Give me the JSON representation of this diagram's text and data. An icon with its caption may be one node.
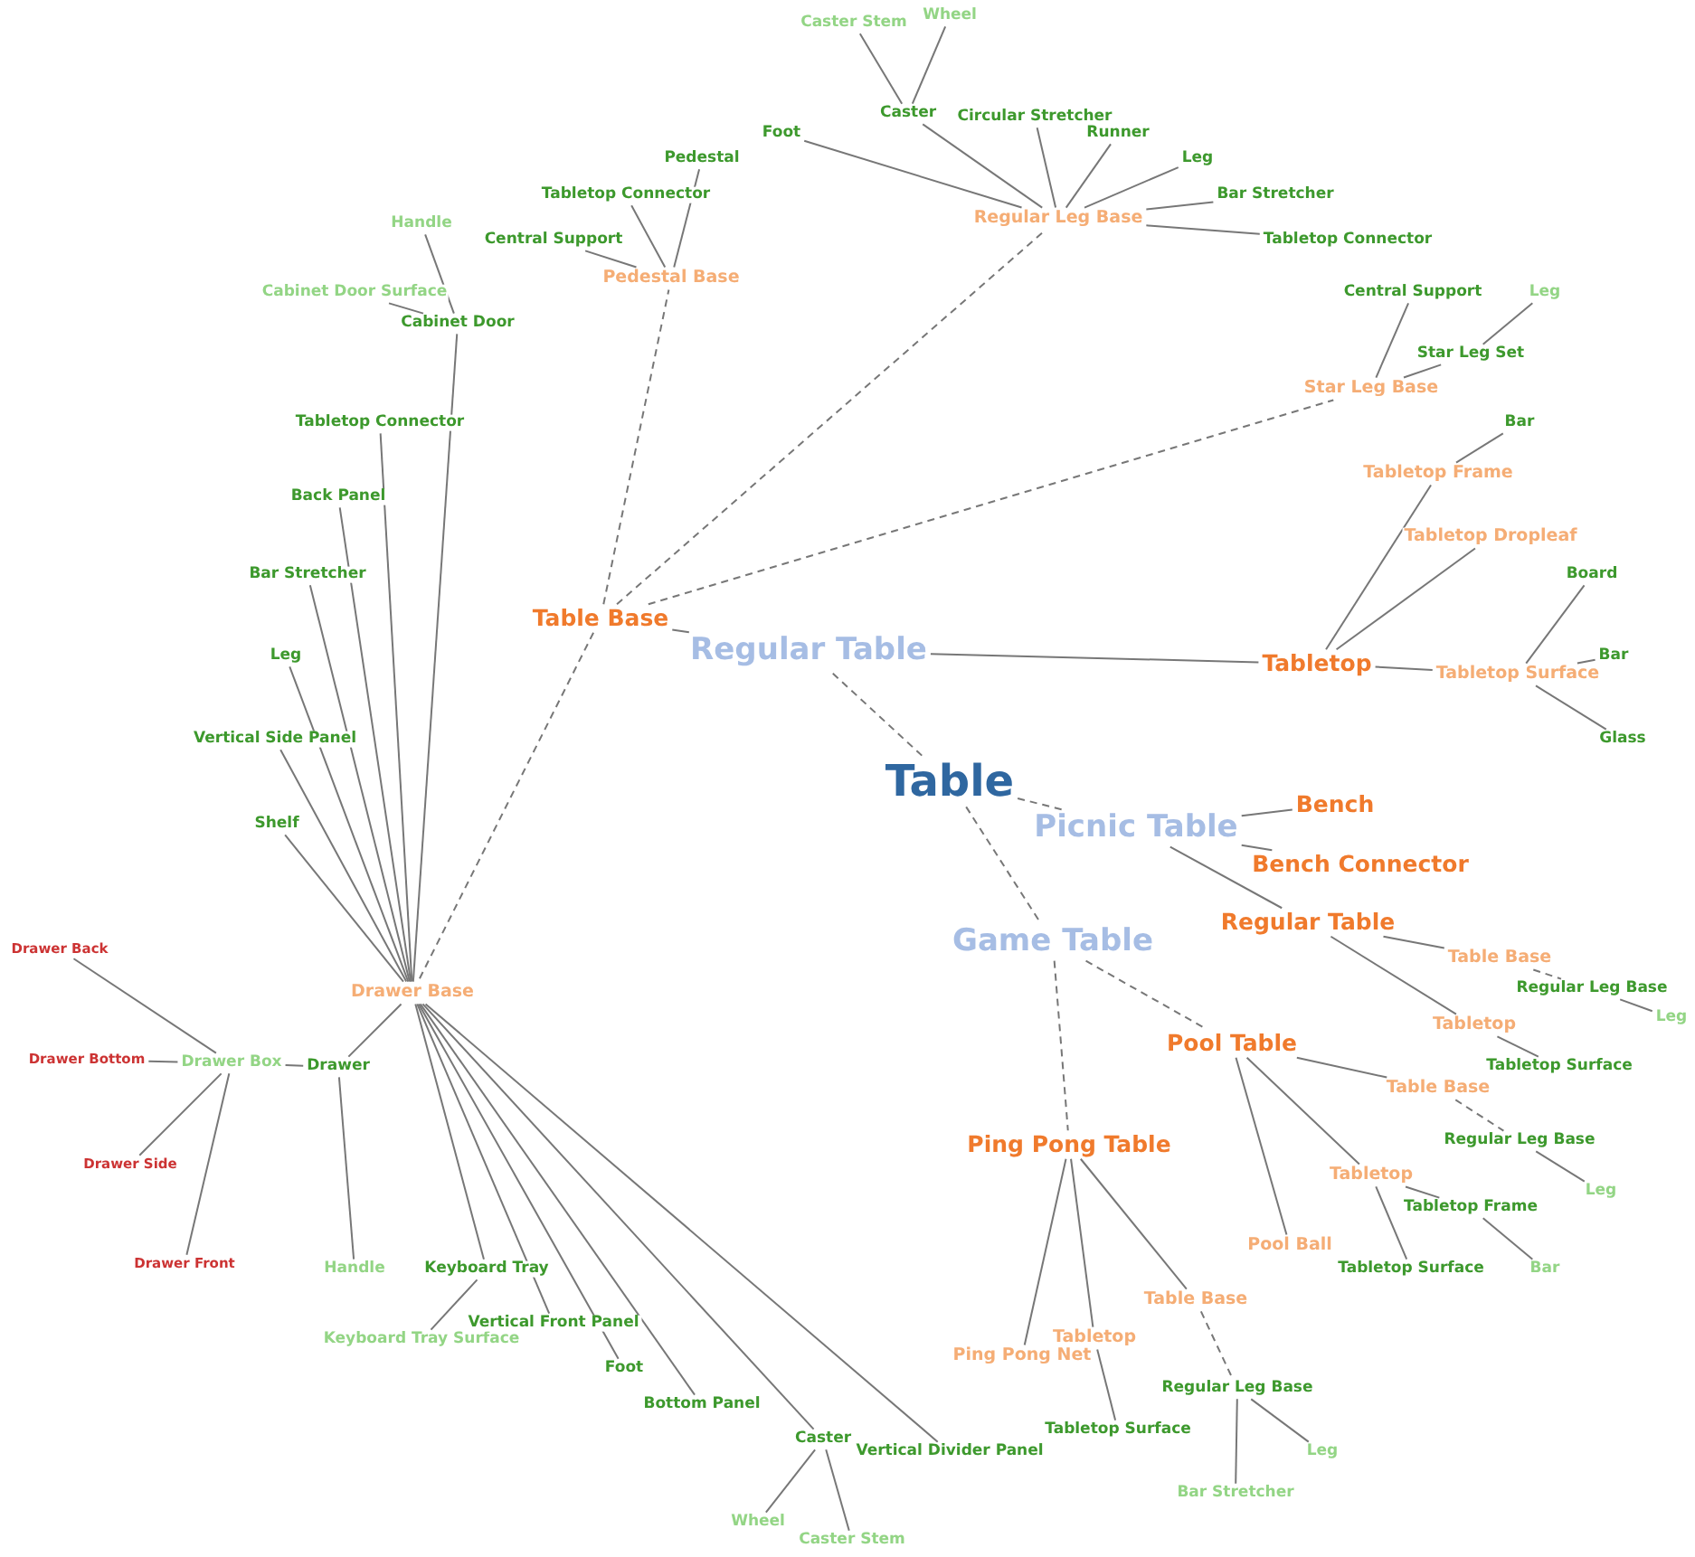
{
  "diagram": {
    "nodes": [
      {
        "text": [
          "Table"
        ]
      },
      {
        "text": [
          "Regular Table"
        ]
      },
      {
        "text": [
          "Picnic Table"
        ]
      },
      {
        "text": [
          "Game Table"
        ]
      },
      {
        "text": [
          "Table Base"
        ]
      },
      {
        "text": [
          "Tabletop"
        ]
      },
      {
        "text": [
          "Pedestal Base"
        ]
      },
      {
        "text": [
          "Regular Leg Base"
        ]
      },
      {
        "text": [
          "Star Leg Base"
        ]
      },
      {
        "text": [
          "Drawer Base"
        ]
      },
      {
        "text": [
          "Pedestal"
        ]
      },
      {
        "text": [
          "Tabletop Connector"
        ]
      },
      {
        "text": [
          "Central Support"
        ]
      },
      {
        "text": [
          "Foot"
        ]
      },
      {
        "text": [
          "Caster"
        ]
      },
      {
        "text": [
          "Circular Stretcher"
        ]
      },
      {
        "text": [
          "Runner"
        ]
      },
      {
        "text": [
          "Leg"
        ]
      },
      {
        "text": [
          "Bar Stretcher"
        ]
      },
      {
        "text": [
          "Tabletop Connector"
        ]
      },
      {
        "text": [
          "Caster Stem"
        ]
      },
      {
        "text": [
          "Wheel"
        ]
      },
      {
        "text": [
          "Central Support"
        ]
      },
      {
        "text": [
          "Star Leg Set"
        ]
      },
      {
        "text": [
          "Leg"
        ]
      },
      {
        "text": [
          "Cabinet Door"
        ]
      },
      {
        "text": [
          "Handle"
        ]
      },
      {
        "text": [
          "Cabinet Door Surface"
        ]
      },
      {
        "text": [
          "Tabletop Connector"
        ]
      },
      {
        "text": [
          "Back Panel"
        ]
      },
      {
        "text": [
          "Bar Stretcher"
        ]
      },
      {
        "text": [
          "Leg"
        ]
      },
      {
        "text": [
          "Vertical Side Panel"
        ]
      },
      {
        "text": [
          "Shelf"
        ]
      },
      {
        "text": [
          "Drawer"
        ]
      },
      {
        "text": [
          "Drawer Box"
        ]
      },
      {
        "text": [
          "Drawer Back"
        ]
      },
      {
        "text": [
          "Drawer Bottom"
        ]
      },
      {
        "text": [
          "Drawer Side"
        ]
      },
      {
        "text": [
          "Drawer Front"
        ]
      },
      {
        "text": [
          "Handle"
        ]
      },
      {
        "text": [
          "Keyboard Tray"
        ]
      },
      {
        "text": [
          "Keyboard Tray Surface"
        ]
      },
      {
        "text": [
          "Vertical Front Panel"
        ]
      },
      {
        "text": [
          "Foot"
        ]
      },
      {
        "text": [
          "Bottom Panel"
        ]
      },
      {
        "text": [
          "Caster"
        ]
      },
      {
        "text": [
          "Wheel"
        ]
      },
      {
        "text": [
          "Caster Stem"
        ]
      },
      {
        "text": [
          "Vertical Divider Panel"
        ]
      },
      {
        "text": [
          "Tabletop Frame"
        ]
      },
      {
        "text": [
          "Bar"
        ]
      },
      {
        "text": [
          "Tabletop Dropleaf"
        ]
      },
      {
        "text": [
          "Tabletop Surface"
        ]
      },
      {
        "text": [
          "Board"
        ]
      },
      {
        "text": [
          "Bar"
        ]
      },
      {
        "text": [
          "Glass"
        ]
      },
      {
        "text": [
          "Bench"
        ]
      },
      {
        "text": [
          "Bench Connector"
        ]
      },
      {
        "text": [
          "Regular Table"
        ]
      },
      {
        "text": [
          "Table Base"
        ]
      },
      {
        "text": [
          "Regular Leg Base"
        ]
      },
      {
        "text": [
          "Leg"
        ]
      },
      {
        "text": [
          "Tabletop"
        ]
      },
      {
        "text": [
          "Tabletop Surface"
        ]
      },
      {
        "text": [
          "Pool Table"
        ]
      },
      {
        "text": [
          "Table Base"
        ]
      },
      {
        "text": [
          "Regular Leg Base"
        ]
      },
      {
        "text": [
          "Leg"
        ]
      },
      {
        "text": [
          "Tabletop"
        ]
      },
      {
        "text": [
          "Tabletop Frame"
        ]
      },
      {
        "text": [
          "Bar"
        ]
      },
      {
        "text": [
          "Tabletop Surface"
        ]
      },
      {
        "text": [
          "Pool Ball"
        ]
      },
      {
        "text": [
          "Ping Pong Table"
        ]
      },
      {
        "text": [
          "Ping Pong Net"
        ]
      },
      {
        "text": [
          "Tabletop"
        ]
      },
      {
        "text": [
          "Tabletop Surface"
        ]
      },
      {
        "text": [
          "Table Base"
        ]
      },
      {
        "text": [
          "Regular Leg Base"
        ]
      },
      {
        "text": [
          "Leg"
        ]
      },
      {
        "text": [
          "Bar Stretcher"
        ]
      }
    ],
    "edges": [
      {
        "from": 0,
        "to": 1,
        "arrow": "none",
        "style": "dashed"
      },
      {
        "from": 0,
        "to": 2,
        "arrow": "none",
        "style": "dashed"
      },
      {
        "from": 0,
        "to": 3,
        "arrow": "none",
        "style": "dashed"
      },
      {
        "from": 1,
        "to": 4,
        "arrow": "none"
      },
      {
        "from": 1,
        "to": 5,
        "arrow": "none"
      },
      {
        "from": 4,
        "to": 6,
        "arrow": "none",
        "style": "dashed"
      },
      {
        "from": 4,
        "to": 7,
        "arrow": "none",
        "style": "dashed"
      },
      {
        "from": 4,
        "to": 8,
        "arrow": "none",
        "style": "dashed"
      },
      {
        "from": 4,
        "to": 9,
        "arrow": "none",
        "style": "dashed"
      },
      {
        "from": 6,
        "to": 10,
        "arrow": "none"
      },
      {
        "from": 6,
        "to": 11,
        "arrow": "none"
      },
      {
        "from": 6,
        "to": 12,
        "arrow": "none"
      },
      {
        "from": 7,
        "to": 13,
        "arrow": "none"
      },
      {
        "from": 7,
        "to": 14,
        "arrow": "none"
      },
      {
        "from": 7,
        "to": 15,
        "arrow": "none"
      },
      {
        "from": 7,
        "to": 16,
        "arrow": "none"
      },
      {
        "from": 7,
        "to": 17,
        "arrow": "none"
      },
      {
        "from": 7,
        "to": 18,
        "arrow": "none"
      },
      {
        "from": 7,
        "to": 19,
        "arrow": "none"
      },
      {
        "from": 14,
        "to": 20,
        "arrow": "none"
      },
      {
        "from": 14,
        "to": 21,
        "arrow": "none"
      },
      {
        "from": 8,
        "to": 22,
        "arrow": "none"
      },
      {
        "from": 8,
        "to": 23,
        "arrow": "none"
      },
      {
        "from": 23,
        "to": 24,
        "arrow": "none"
      },
      {
        "from": 9,
        "to": 25,
        "arrow": "none"
      },
      {
        "from": 25,
        "to": 26,
        "arrow": "none"
      },
      {
        "from": 25,
        "to": 27,
        "arrow": "none"
      },
      {
        "from": 9,
        "to": 28,
        "arrow": "none"
      },
      {
        "from": 9,
        "to": 29,
        "arrow": "none"
      },
      {
        "from": 9,
        "to": 30,
        "arrow": "none"
      },
      {
        "from": 9,
        "to": 31,
        "arrow": "none"
      },
      {
        "from": 9,
        "to": 32,
        "arrow": "none"
      },
      {
        "from": 9,
        "to": 33,
        "arrow": "none"
      },
      {
        "from": 9,
        "to": 34,
        "arrow": "none"
      },
      {
        "from": 34,
        "to": 35,
        "arrow": "none"
      },
      {
        "from": 35,
        "to": 36,
        "arrow": "none"
      },
      {
        "from": 35,
        "to": 37,
        "arrow": "none"
      },
      {
        "from": 35,
        "to": 38,
        "arrow": "none"
      },
      {
        "from": 35,
        "to": 39,
        "arrow": "none"
      },
      {
        "from": 34,
        "to": 40,
        "arrow": "none"
      },
      {
        "from": 9,
        "to": 41,
        "arrow": "none"
      },
      {
        "from": 41,
        "to": 42,
        "arrow": "none"
      },
      {
        "from": 9,
        "to": 43,
        "arrow": "none"
      },
      {
        "from": 9,
        "to": 44,
        "arrow": "none"
      },
      {
        "from": 9,
        "to": 45,
        "arrow": "none"
      },
      {
        "from": 9,
        "to": 46,
        "arrow": "none"
      },
      {
        "from": 46,
        "to": 47,
        "arrow": "none"
      },
      {
        "from": 46,
        "to": 48,
        "arrow": "none"
      },
      {
        "from": 9,
        "to": 49,
        "arrow": "none"
      },
      {
        "from": 5,
        "to": 50,
        "arrow": "none"
      },
      {
        "from": 50,
        "to": 51,
        "arrow": "none"
      },
      {
        "from": 5,
        "to": 52,
        "arrow": "none"
      },
      {
        "from": 5,
        "to": 53,
        "arrow": "none"
      },
      {
        "from": 53,
        "to": 54,
        "arrow": "none"
      },
      {
        "from": 53,
        "to": 55,
        "arrow": "none"
      },
      {
        "from": 53,
        "to": 56,
        "arrow": "none"
      },
      {
        "from": 2,
        "to": 57,
        "arrow": "none"
      },
      {
        "from": 2,
        "to": 58,
        "arrow": "none"
      },
      {
        "from": 2,
        "to": 59,
        "arrow": "none"
      },
      {
        "from": 59,
        "to": 60,
        "arrow": "none"
      },
      {
        "from": 60,
        "to": 61,
        "arrow": "none",
        "style": "dashed"
      },
      {
        "from": 61,
        "to": 62,
        "arrow": "none"
      },
      {
        "from": 59,
        "to": 63,
        "arrow": "none"
      },
      {
        "from": 63,
        "to": 64,
        "arrow": "none"
      },
      {
        "from": 3,
        "to": 65,
        "arrow": "none",
        "style": "dashed"
      },
      {
        "from": 3,
        "to": 74,
        "arrow": "none",
        "style": "dashed"
      },
      {
        "from": 65,
        "to": 66,
        "arrow": "none"
      },
      {
        "from": 66,
        "to": 67,
        "arrow": "none",
        "style": "dashed"
      },
      {
        "from": 67,
        "to": 68,
        "arrow": "none"
      },
      {
        "from": 65,
        "to": 69,
        "arrow": "none"
      },
      {
        "from": 69,
        "to": 70,
        "arrow": "none"
      },
      {
        "from": 70,
        "to": 71,
        "arrow": "none"
      },
      {
        "from": 69,
        "to": 72,
        "arrow": "none"
      },
      {
        "from": 65,
        "to": 73,
        "arrow": "none"
      },
      {
        "from": 74,
        "to": 75,
        "arrow": "none"
      },
      {
        "from": 74,
        "to": 76,
        "arrow": "none"
      },
      {
        "from": 76,
        "to": 77,
        "arrow": "none"
      },
      {
        "from": 74,
        "to": 78,
        "arrow": "none"
      },
      {
        "from": 78,
        "to": 79,
        "arrow": "none",
        "style": "dashed"
      },
      {
        "from": 79,
        "to": 80,
        "arrow": "none"
      },
      {
        "from": 79,
        "to": 81,
        "arrow": "none"
      }
    ]
  }
}
